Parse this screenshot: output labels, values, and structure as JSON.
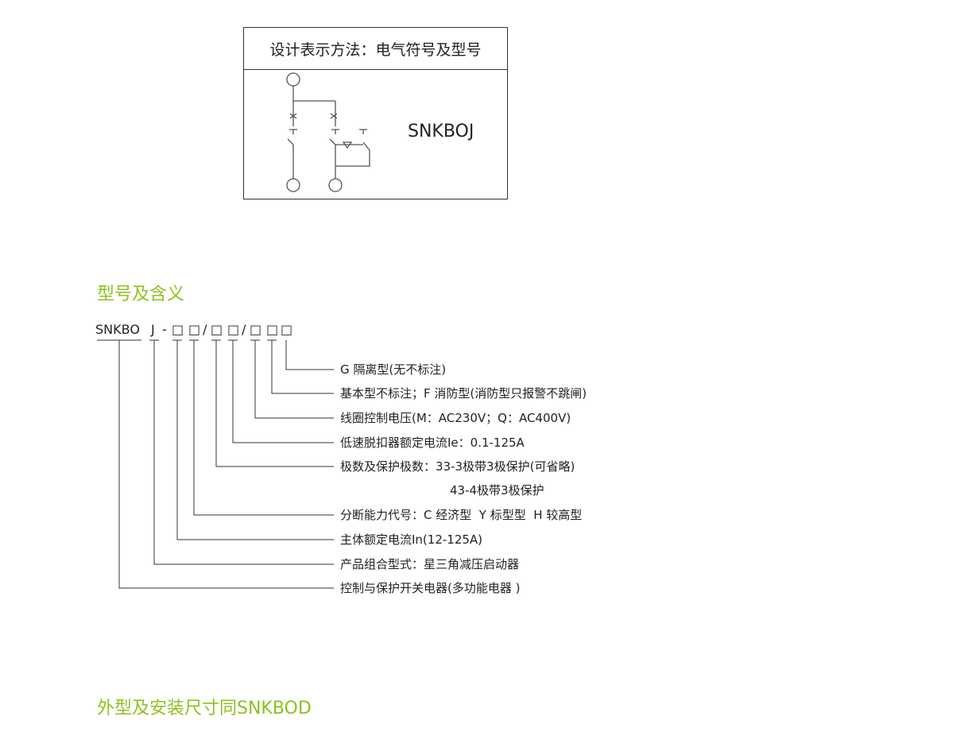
{
  "symbol_box": {
    "title": "设计表示方法：电气符号及型号",
    "model": "SNKBOJ"
  },
  "section1": {
    "title": "型号及含义"
  },
  "code": {
    "prefix": "SNKBO",
    "j": "J",
    "dash": "-",
    "box": "□",
    "slash": "/"
  },
  "meanings": [
    "G 隔离型(无不标注)",
    "基本型不标注；F 消防型(消防型只报警不跳闸)",
    "线圈控制电压(M：AC230V；Q：AC400V)",
    "低速脱扣器额定电流Ie：0.1-125A",
    "极数及保护极数：33-3极带3极保护(可省略)",
    "43-4极带3极保护",
    "分断能力代号：C 经济型  Y 标型型  H 较高型",
    "主体额定电流In(12-125A)",
    "产品组合型式：星三角减压启动器",
    "控制与保护开关电器(多功能电器 )"
  ],
  "section2": {
    "title": "外型及安装尺寸同SNKBOD"
  }
}
